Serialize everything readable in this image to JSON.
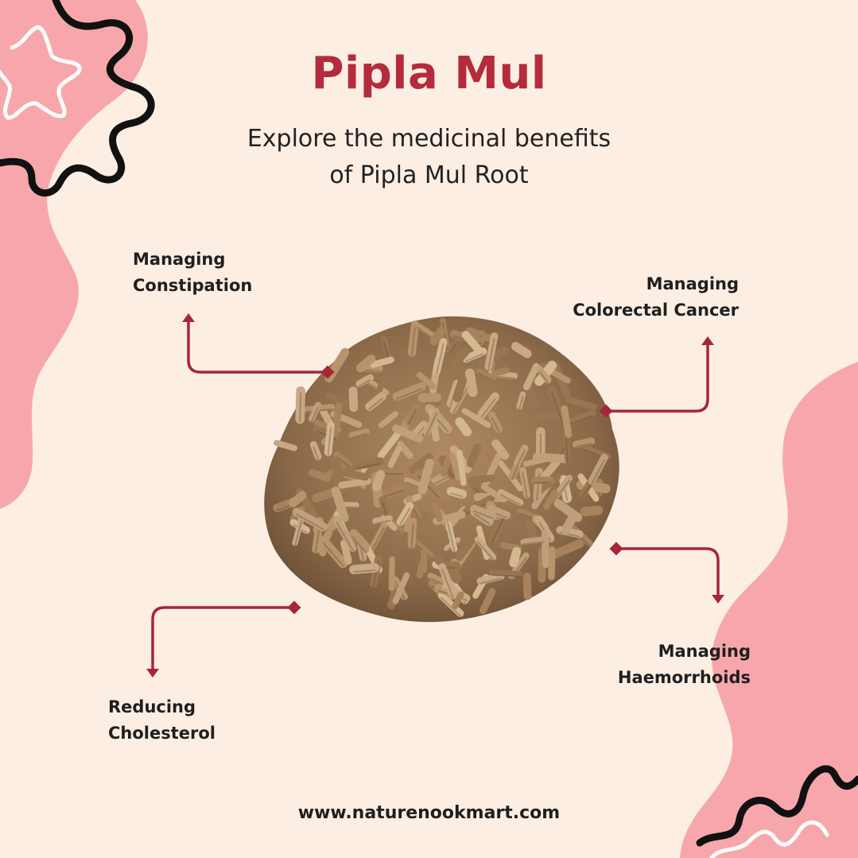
{
  "title": "Pipla Mul",
  "subtitle": {
    "line1": "Explore the medicinal benefits",
    "line2": "of Pipla Mul Root"
  },
  "benefits": [
    {
      "line1": "Managing",
      "line2": "Constipation"
    },
    {
      "line1": "Managing",
      "line2": "Colorectal Cancer"
    },
    {
      "line1": "Managing",
      "line2": "Haemorrhoids"
    },
    {
      "line1": "Reducing",
      "line2": "Cholesterol"
    }
  ],
  "footer": "www.naturenookmart.com",
  "colors": {
    "background": "#fdeee4",
    "blob": "#f7a7ab",
    "title": "#b42b3b",
    "arrow": "#a52636"
  }
}
